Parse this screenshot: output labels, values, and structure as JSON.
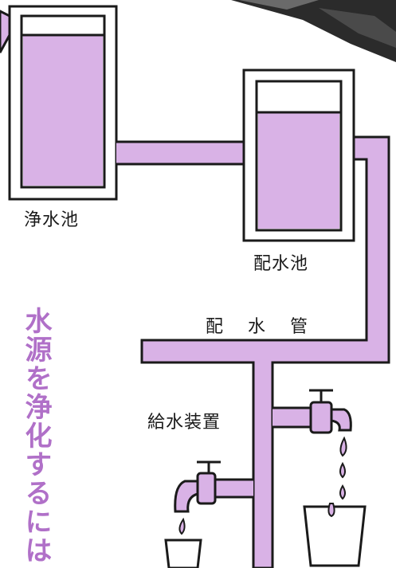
{
  "title": "水源を浄化するには",
  "labels": {
    "purification_pond": "浄水池",
    "distribution_pond": "配水池",
    "distribution_pipe": "配 水 管",
    "water_supply_device": "給水装置"
  },
  "colors": {
    "water": "#d9b2e6",
    "title": "#b070c8",
    "outline": "#1a1a1a"
  }
}
